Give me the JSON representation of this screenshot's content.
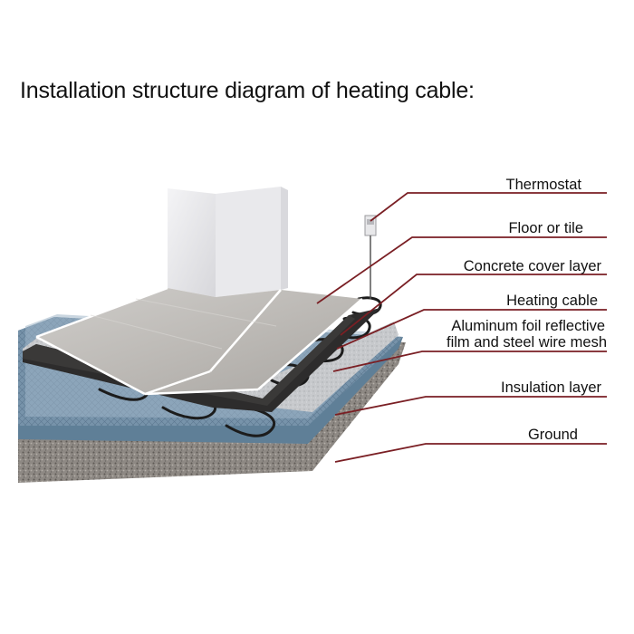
{
  "title": "Installation structure diagram of heating cable:",
  "labels": {
    "thermostat": "Thermostat",
    "floor": "Floor or tile",
    "concrete": "Concrete cover layer",
    "cable": "Heating cable",
    "foil_line1": "Aluminum foil reflective",
    "foil_line2": "film and steel wire mesh",
    "insulation": "Insulation layer",
    "ground": "Ground"
  },
  "colors": {
    "leader_line": "#7a1f24",
    "cable": "#1c1c1c",
    "insulation": "#6f8fa8",
    "ground": "#8a8580"
  }
}
